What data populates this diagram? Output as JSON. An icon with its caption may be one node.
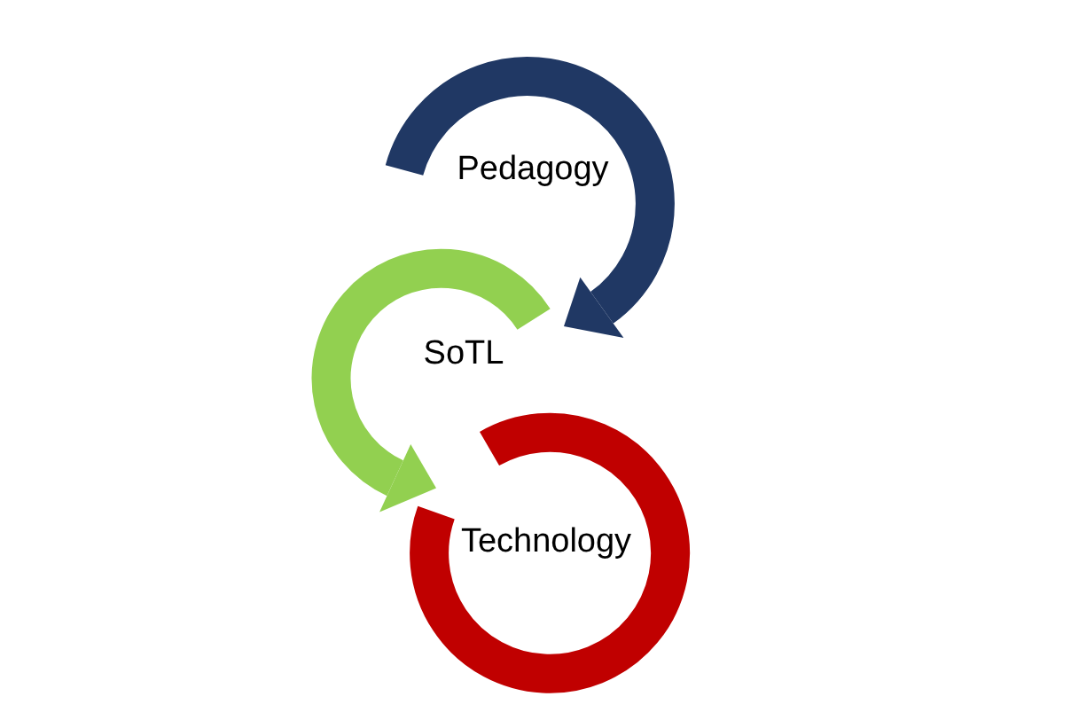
{
  "diagram": {
    "nodes": [
      {
        "text": [
          "Pedagogy"
        ]
      },
      {
        "text": [
          "SoTL"
        ]
      },
      {
        "text": [
          "Technology"
        ]
      }
    ],
    "edges": [
      {
        "from": 0,
        "to": 1,
        "arrow": "to",
        "color": "#203864"
      },
      {
        "from": 1,
        "to": 2,
        "arrow": "to",
        "color": "#92d050"
      },
      {
        "from": 2,
        "to": 2,
        "arrow": "none",
        "color": "#c00000"
      }
    ]
  }
}
